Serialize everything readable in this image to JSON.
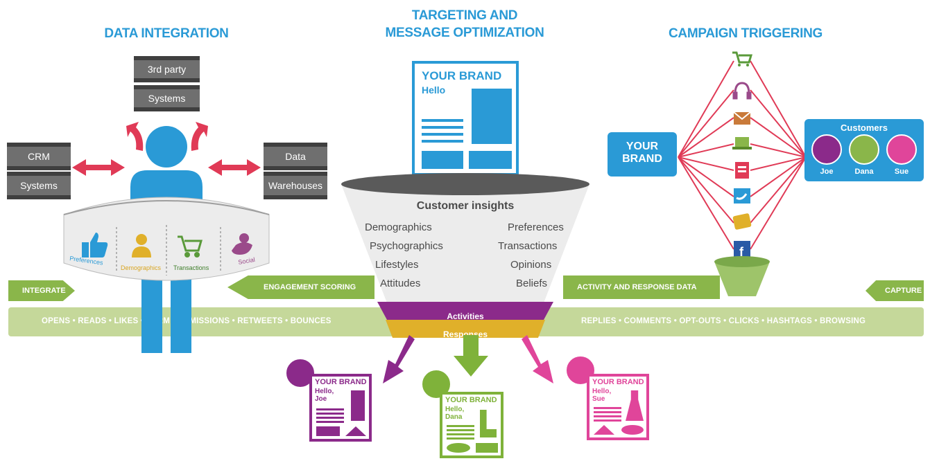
{
  "titles": {
    "data_integration": "DATA INTEGRATION",
    "targeting_line1": "TARGETING AND",
    "targeting_line2": "MESSAGE OPTIMIZATION",
    "campaign": "CAMPAIGN TRIGGERING"
  },
  "sources": {
    "third_party_line1": "3rd party",
    "third_party_line2": "Systems",
    "crm_line1": "CRM",
    "crm_line2": "Systems",
    "dw_line1": "Data",
    "dw_line2": "Warehouses"
  },
  "ring_labels": [
    "Preferences",
    "Demographics",
    "Transactions",
    "Social"
  ],
  "brand_card": {
    "brand": "YOUR BRAND",
    "greeting": "Hello"
  },
  "insights": {
    "heading": "Customer insights",
    "left": [
      "Demographics",
      "Psychographics",
      "Lifestyles",
      "Attitudes"
    ],
    "right": [
      "Preferences",
      "Transactions",
      "Opinions",
      "Beliefs"
    ],
    "activities": "Activities",
    "responses": "Responses"
  },
  "band": {
    "integrate": "INTEGRATE",
    "engagement": "ENGAGEMENT SCORING",
    "activity": "ACTIVITY AND RESPONSE DATA",
    "capture": "CAPTURE",
    "left_events": "OPENS  •  READS  • LIKES  •  FORM SUBMISSIONS  •  RETWEETS  • BOUNCES",
    "right_events": "REPLIES  •  COMMENTS  •  OPT-OUTS  •  CLICKS  •  HASHTAGS  •  BROWSING"
  },
  "campaign": {
    "brand_line1": "YOUR",
    "brand_line2": "BRAND",
    "customers_title": "Customers",
    "customers": [
      "Joe",
      "Dana",
      "Sue"
    ]
  },
  "outputs": [
    {
      "brand": "YOUR BRAND",
      "hello": "Hello,",
      "name": "Joe",
      "color": "#8b2a8a"
    },
    {
      "brand": "YOUR BRAND",
      "hello": "Hello,",
      "name": "Dana",
      "color": "#7fb23a"
    },
    {
      "brand": "YOUR BRAND",
      "hello": "Hello,",
      "name": "Sue",
      "color": "#e0459a"
    }
  ],
  "colors": {
    "blue": "#2a9ad6",
    "red": "#e03a56",
    "green": "#8ab64a",
    "purple": "#8b2a8a",
    "pink": "#e0459a",
    "yellow": "#e0b02a"
  }
}
